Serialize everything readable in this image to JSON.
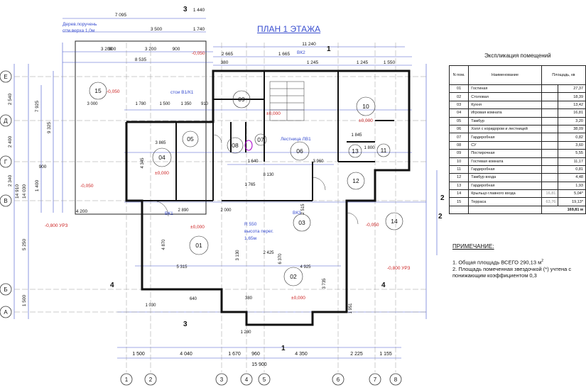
{
  "plan": {
    "title": "ПЛАН 1 ЭТАЖА",
    "axes_letters": [
      "Е",
      "Д",
      "Г",
      "В",
      "Б",
      "А"
    ],
    "axes_numbers": [
      "1",
      "2",
      "3",
      "4",
      "5",
      "6",
      "7",
      "8"
    ],
    "section_labels": [
      "3",
      "3",
      "1",
      "1",
      "2",
      "2",
      "4",
      "4"
    ],
    "room_numbers": [
      "01",
      "02",
      "03",
      "04",
      "05",
      "06",
      "07",
      "08",
      "09",
      "10",
      "11",
      "12",
      "13",
      "14",
      "15"
    ],
    "levels": [
      "±0,000",
      "±0,000",
      "±0,000",
      "±0,000",
      "±0,000",
      "-0,050",
      "-0,050",
      "-0,050",
      "-0,050",
      "-0,800 УРЗ",
      "-0,800 УРЗ"
    ],
    "notes": [
      "стои В1/К1",
      "Лестница ЛВ1",
      "R 550",
      "высота перег.",
      "1,65м",
      "ВК2",
      "ВК1",
      "ВК3",
      "Дерев.поручень",
      "отм.верха 1,0м"
    ],
    "dims_top": [
      "7 095",
      "1 440",
      "3 500",
      "1 740",
      "900",
      "3 200",
      "3 200",
      "900",
      "8 535",
      "11 240",
      "1 665",
      "2 665",
      "380",
      "1 245",
      "1 245",
      "1 550"
    ],
    "dims_left": [
      "2 540",
      "2 400",
      "2 340",
      "14 910",
      "14 030",
      "5 250",
      "1 500",
      "7 925",
      "9 325",
      "900",
      "1 400",
      "4 200"
    ],
    "dims_bottom": [
      "1 500",
      "4 040",
      "1 670",
      "960",
      "4 350",
      "2 225",
      "1 155",
      "15 900"
    ],
    "dims_inner": [
      "3 000",
      "1 780",
      "1 500",
      "1 350",
      "910",
      "3 865",
      "4 345",
      "5 315",
      "4 870",
      "2 890",
      "2 000",
      "3 130",
      "6 370",
      "4 925",
      "2 425",
      "3 735",
      "1 640",
      "8 130",
      "3 960",
      "1 765",
      "2 515",
      "1 845",
      "1 800",
      "380",
      "640",
      "1 030",
      "1 280",
      "1 951"
    ]
  },
  "explication": {
    "title": "Экспликация помещений",
    "headers": [
      "N пом.",
      "Наименование",
      "Площадь, кв"
    ],
    "rows": [
      {
        "num": "01",
        "name": "Гостиная",
        "star": "",
        "area": "27,37"
      },
      {
        "num": "02",
        "name": "Столовая",
        "star": "",
        "area": "18,39"
      },
      {
        "num": "03",
        "name": "Кухня",
        "star": "",
        "area": "13,42"
      },
      {
        "num": "04",
        "name": "Игровая комната",
        "star": "",
        "area": "16,81"
      },
      {
        "num": "05",
        "name": "Тамбур",
        "star": "",
        "area": "3,20"
      },
      {
        "num": "06",
        "name": "Холл с коридором и лестницей",
        "star": "",
        "area": "38,09"
      },
      {
        "num": "07",
        "name": "Гардеробная",
        "star": "",
        "area": "0,82"
      },
      {
        "num": "08",
        "name": "СУ",
        "star": "",
        "area": "3,60"
      },
      {
        "num": "09",
        "name": "Постирочная",
        "star": "",
        "area": "5,55"
      },
      {
        "num": "10",
        "name": "Гостевая комната",
        "star": "",
        "area": "11,17"
      },
      {
        "num": "11",
        "name": "Гардеробная",
        "star": "",
        "area": "0,81"
      },
      {
        "num": "12",
        "name": "Тамбур входа",
        "star": "",
        "area": "4,48"
      },
      {
        "num": "13",
        "name": "Гардеробная",
        "star": "",
        "area": "1,93"
      },
      {
        "num": "14",
        "name": "Крыльцо главного входа",
        "star": "16,81",
        "area": "5,04*"
      },
      {
        "num": "15",
        "name": "Терраса",
        "star": "63,76",
        "area": "19,13*"
      }
    ],
    "total": "169,81 м"
  },
  "remarks": {
    "heading": "ПРИМЕЧАНИЕ:",
    "line1": "1. Общая площадь ВСЕГО 290,13 м",
    "line1_sup": "2",
    "line2": "2. Площадь помеченная звездочкой (*) учтена с понижающим коэффициентом 0,3"
  }
}
